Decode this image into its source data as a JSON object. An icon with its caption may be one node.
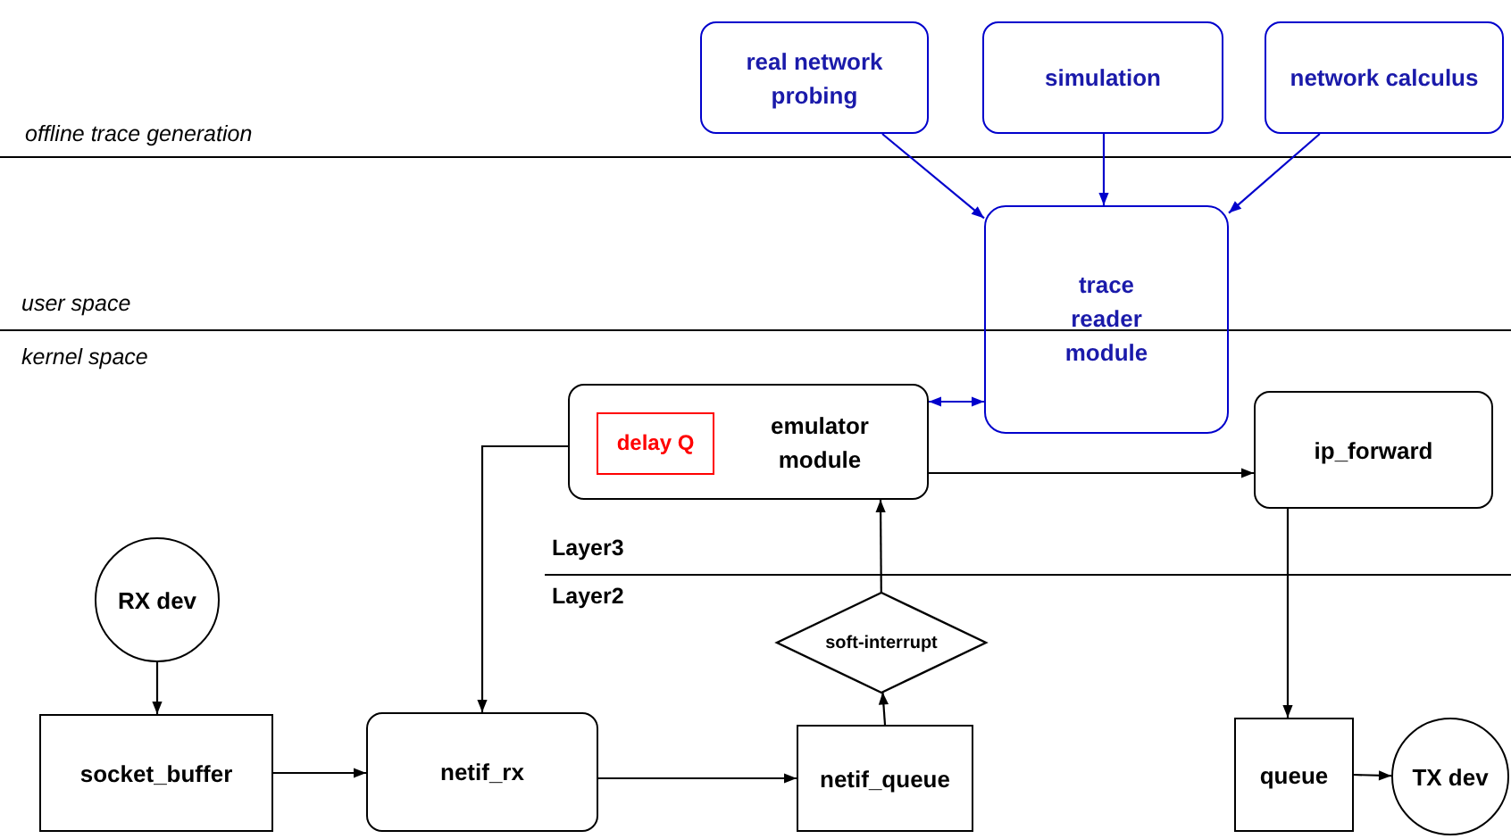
{
  "diagram": {
    "nodes": [
      {
        "text": [
          "real network probing"
        ]
      },
      {
        "text": [
          "simulation"
        ]
      },
      {
        "text": [
          "network calculus"
        ]
      },
      {
        "text": [
          "trace reader module"
        ]
      },
      {
        "text": [
          "emulator module"
        ]
      },
      {
        "text": [
          "delay Q"
        ],
        "in": 4
      },
      {
        "text": [
          "ip_forward"
        ]
      },
      {
        "text": [
          "RX dev"
        ]
      },
      {
        "text": [
          "soft-interrupt"
        ]
      },
      {
        "text": [
          "socket_buffer"
        ]
      },
      {
        "text": [
          "netif_rx"
        ]
      },
      {
        "text": [
          "netif_queue"
        ]
      },
      {
        "text": [
          "queue"
        ]
      },
      {
        "text": [
          "TX dev"
        ]
      }
    ],
    "edges": [
      {
        "from": 0,
        "to": 3,
        "arrow": "to",
        "color": "#0000cc"
      },
      {
        "from": 1,
        "to": 3,
        "arrow": "to",
        "color": "#0000cc"
      },
      {
        "from": 2,
        "to": 3,
        "arrow": "to",
        "color": "#0000cc"
      },
      {
        "from": 4,
        "to": 3,
        "arrow": "both",
        "color": "#0000cc"
      },
      {
        "from": 4,
        "to": 10,
        "arrow": "to"
      },
      {
        "from": 4,
        "to": 6,
        "arrow": "to"
      },
      {
        "from": 7,
        "to": 9,
        "arrow": "to"
      },
      {
        "from": 9,
        "to": 10,
        "arrow": "to"
      },
      {
        "from": 10,
        "to": 11,
        "arrow": "to"
      },
      {
        "from": 11,
        "to": 8,
        "arrow": "to"
      },
      {
        "from": 8,
        "to": 4,
        "arrow": "to"
      },
      {
        "from": 6,
        "to": 12,
        "arrow": "to"
      },
      {
        "from": 12,
        "to": 13,
        "arrow": "to"
      }
    ],
    "labels": [
      "offline trace generation",
      "user space",
      "kernel space",
      "Layer3",
      "Layer2"
    ]
  }
}
